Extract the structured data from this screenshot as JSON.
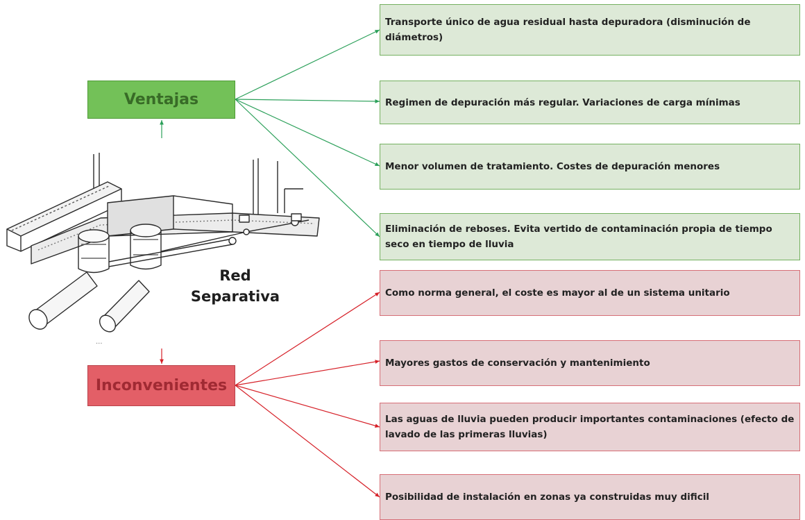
{
  "advantages": {
    "heading": "Ventajas",
    "items": [
      "Transporte único de agua residual hasta depuradora (disminución de diámetros)",
      "Regimen de depuración más regular. Variaciones de carga mínimas",
      "Menor volumen de tratamiento. Costes de depuración menores",
      "Eliminación de reboses. Evita vertido de contaminación propia de tiempo seco en tiempo de lluvia"
    ]
  },
  "disadvantages": {
    "heading": "Inconvenientes",
    "items": [
      "Como norma general, el coste es mayor al de un sistema unitario",
      "Mayores gastos de conservación y mantenimiento",
      "Las aguas de lluvia pueden producir importantes contaminaciones (efecto de lavado de las primeras lluvias)",
      "Posibilidad de instalación en zonas ya construidas muy dificil"
    ]
  },
  "illustration": {
    "label_line1": "Red",
    "label_line2": "Separativa",
    "ellipsis": "..."
  },
  "colors": {
    "advantage_fill": "#73c158",
    "advantage_text": "#386b27",
    "advantage_box": "#dde9d7",
    "advantage_line": "#2ca05a",
    "disadvantage_fill": "#e35f67",
    "disadvantage_text": "#a02a33",
    "disadvantage_box": "#e8d2d4",
    "disadvantage_line": "#d62028"
  }
}
